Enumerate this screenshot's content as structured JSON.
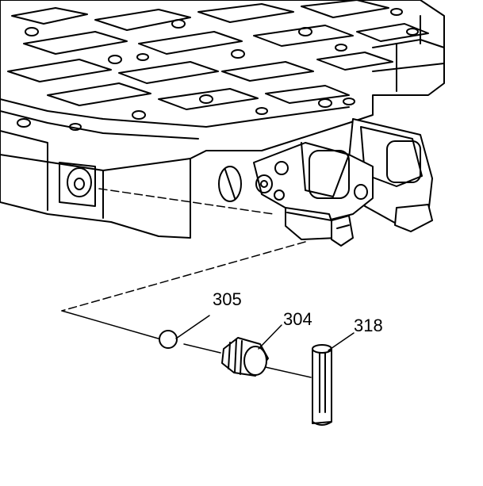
{
  "callouts": [
    {
      "id": "305",
      "text": "305"
    },
    {
      "id": "304",
      "text": "304"
    },
    {
      "id": "318",
      "text": "318"
    }
  ],
  "colors": {
    "ink": "#000000",
    "paper": "#ffffff"
  }
}
